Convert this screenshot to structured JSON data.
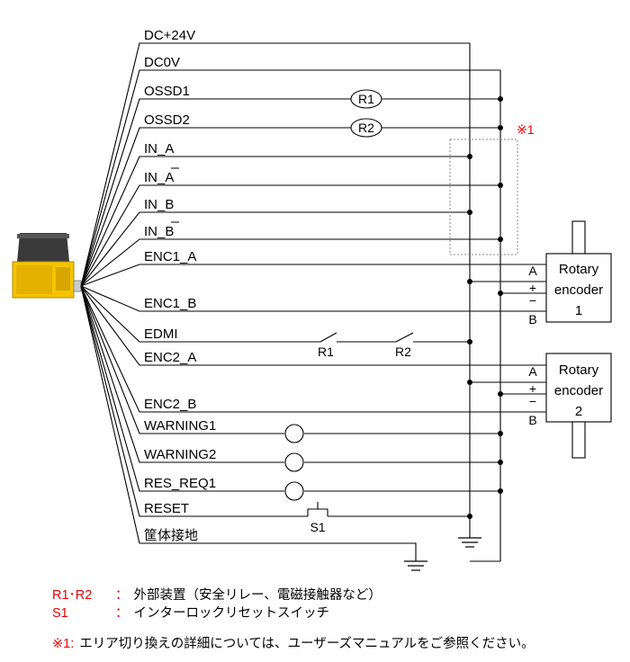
{
  "signals": [
    {
      "label": "DC+24V"
    },
    {
      "label": "DC0V"
    },
    {
      "label": "OSSD1"
    },
    {
      "label": "OSSD2"
    },
    {
      "label": "IN_A"
    },
    {
      "label": "IN_A"
    },
    {
      "label": "IN_B"
    },
    {
      "label": "IN_B"
    },
    {
      "label": "ENC1_A"
    },
    {
      "label": "ENC1_B"
    },
    {
      "label": "EDMI"
    },
    {
      "label": "ENC2_A"
    },
    {
      "label": "ENC2_B"
    },
    {
      "label": "WARNING1"
    },
    {
      "label": "WARNING2"
    },
    {
      "label": "RES_REQ1"
    },
    {
      "label": "RESET"
    },
    {
      "label": "筐体接地"
    }
  ],
  "relays": {
    "r1": "R1",
    "r2": "R2"
  },
  "contacts": {
    "r1": "R1",
    "r2": "R2",
    "s1": "S1"
  },
  "note_mark": "※1",
  "encoders": [
    {
      "line1": "Rotary",
      "line2": "encoder",
      "num": "1",
      "pin_a": "A",
      "pin_plus": "+",
      "pin_minus": "−",
      "pin_b": "B"
    },
    {
      "line1": "Rotary",
      "line2": "encoder",
      "num": "2",
      "pin_a": "A",
      "pin_plus": "+",
      "pin_minus": "−",
      "pin_b": "B"
    }
  ],
  "legend": {
    "r_key": "R1･R2",
    "r_sep": "：",
    "r_text": "外部装置（安全リレー、電磁接触器など）",
    "s_key": "S1",
    "s_sep": "：",
    "s_text": "インターロックリセットスイッチ",
    "note_key": "※1",
    "note_sep": ":",
    "note_text": "エリア切り換えの詳細については、ユーザーズマニュアルをご参照ください。"
  },
  "colors": {
    "accent_red": "#e60000",
    "sensor_yellow": "#f5c400",
    "sensor_dark": "#3a3a3a"
  }
}
